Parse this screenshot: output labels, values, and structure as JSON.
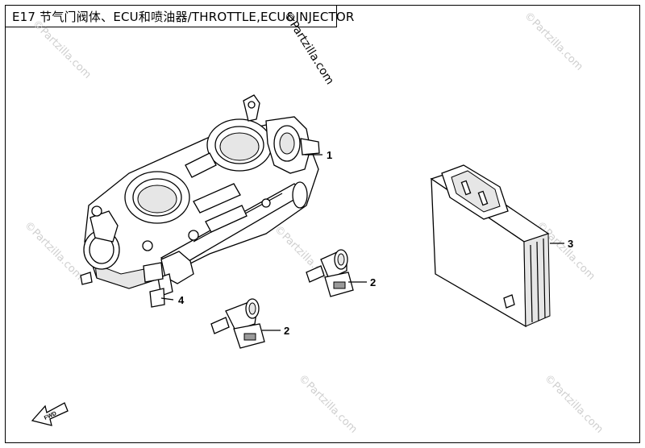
{
  "title": "E17 节气门阀体、ECU和喷油器/THROTTLE,ECU&INJECTOR",
  "watermarks": [
    "©Partzilla.com",
    "©Partzilla.com",
    "©Partzilla.com",
    "©Partzilla.com",
    "©Partzilla.com",
    "©Partzilla.com",
    "©Partzilla.com"
  ],
  "watermark_main": "©Partzilla.com",
  "callouts": {
    "throttle_body": "1",
    "injector_upper": "2",
    "injector_lower": "2",
    "ecu": "3",
    "hose_fitting": "4"
  },
  "front_arrow_label": "FWD",
  "colors": {
    "line": "#000000",
    "watermark": "#cfcfcf",
    "background": "#ffffff"
  }
}
